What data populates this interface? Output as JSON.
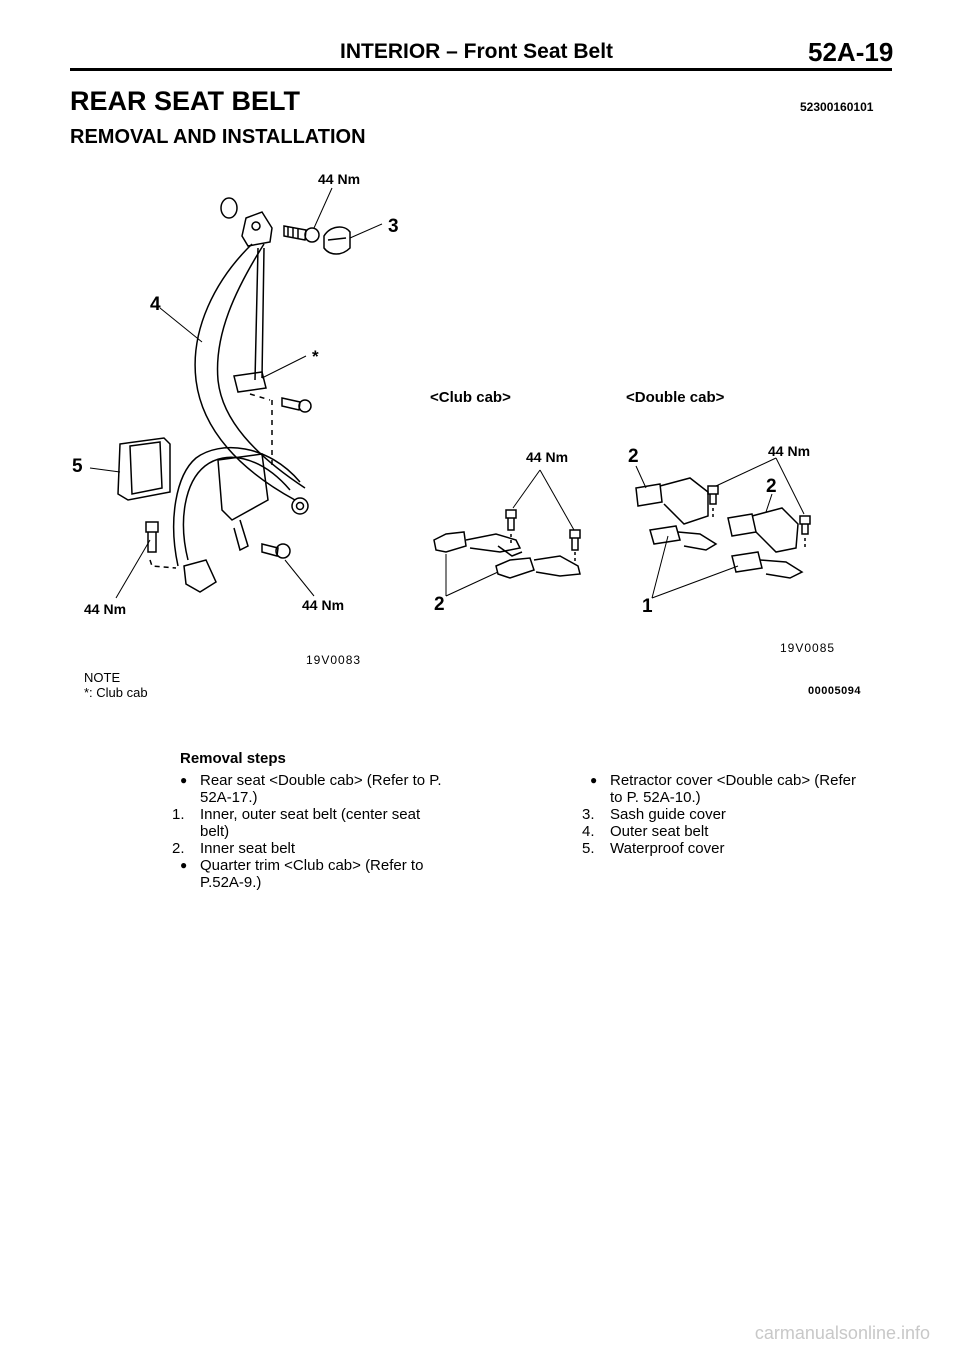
{
  "header": {
    "title": "INTERIOR – Front Seat Belt",
    "page_number": "52A-19"
  },
  "section": {
    "title": "REAR SEAT BELT",
    "code": "52300160101",
    "subtitle": "REMOVAL AND INSTALLATION"
  },
  "figure": {
    "left": {
      "torque_top": "44 Nm",
      "torque_bottom_left": "44 Nm",
      "torque_bottom_right": "44 Nm",
      "callout_3": "3",
      "callout_4": "4",
      "callout_5": "5",
      "asterisk": "*",
      "figure_code": "19V0083"
    },
    "club_cab": {
      "caption": "<Club cab>",
      "torque": "44 Nm",
      "callout_2": "2"
    },
    "double_cab": {
      "caption": "<Double cab>",
      "torque": "44 Nm",
      "callout_2a": "2",
      "callout_2b": "2",
      "callout_1": "1",
      "figure_code": "19V0085"
    },
    "note_title": "NOTE",
    "note_text": "*: Club cab",
    "sheet_code": "00005094"
  },
  "removal_steps": {
    "title": "Removal steps",
    "left": [
      {
        "marker": "●",
        "text": "Rear seat <Double cab> (Refer to P.",
        "cont": "52A-17.)"
      },
      {
        "marker": "1.",
        "text": "Inner, outer seat belt (center seat",
        "cont": "belt)"
      },
      {
        "marker": "2.",
        "text": "Inner seat belt",
        "cont": ""
      },
      {
        "marker": "●",
        "text": "Quarter trim <Club cab> (Refer to",
        "cont": "P.52A-9.)"
      }
    ],
    "right": [
      {
        "marker": "●",
        "text": "Retractor cover <Double cab> (Refer",
        "cont": "to P. 52A-10.)"
      },
      {
        "marker": "3.",
        "text": "Sash guide cover",
        "cont": ""
      },
      {
        "marker": "4.",
        "text": "Outer seat belt",
        "cont": ""
      },
      {
        "marker": "5.",
        "text": "Waterproof cover",
        "cont": ""
      }
    ]
  },
  "footer": {
    "watermark": "carmanualsonline.info"
  }
}
